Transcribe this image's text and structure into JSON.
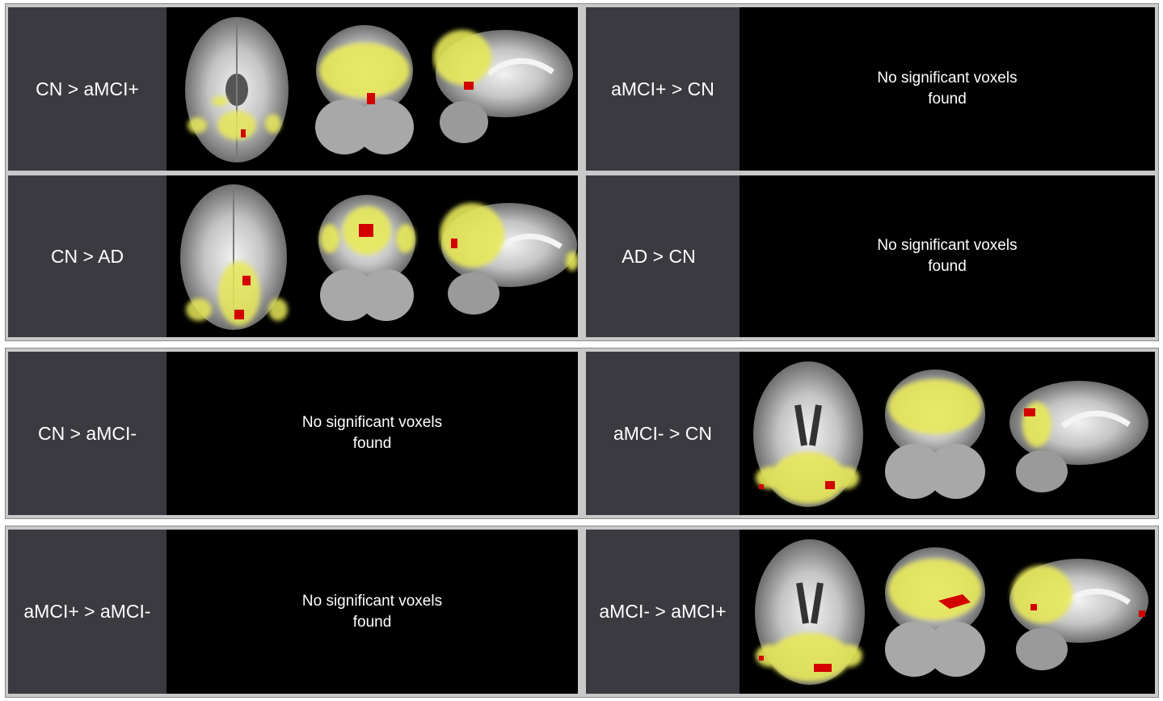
{
  "no_voxels": {
    "line1": "No significant voxels",
    "line2": "found"
  },
  "panels": [
    {
      "label": "CN > aMCI+",
      "has_result": true
    },
    {
      "label": "aMCI+ > CN",
      "has_result": false
    },
    {
      "label": "CN > AD",
      "has_result": true
    },
    {
      "label": "AD > CN",
      "has_result": false
    },
    {
      "label": "CN > aMCI-",
      "has_result": false
    },
    {
      "label": "aMCI- > CN",
      "has_result": true
    },
    {
      "label": "aMCI+ > aMCI-",
      "has_result": false
    },
    {
      "label": "aMCI- > aMCI+",
      "has_result": true
    }
  ],
  "colors": {
    "label_bg": "#3c3a41",
    "panel_bg": "#000000",
    "frame": "#c9c9c9",
    "significant_cluster": "#e8e85a",
    "peak_cluster": "#d40000",
    "brain_tissue": "#b8b8b8"
  }
}
